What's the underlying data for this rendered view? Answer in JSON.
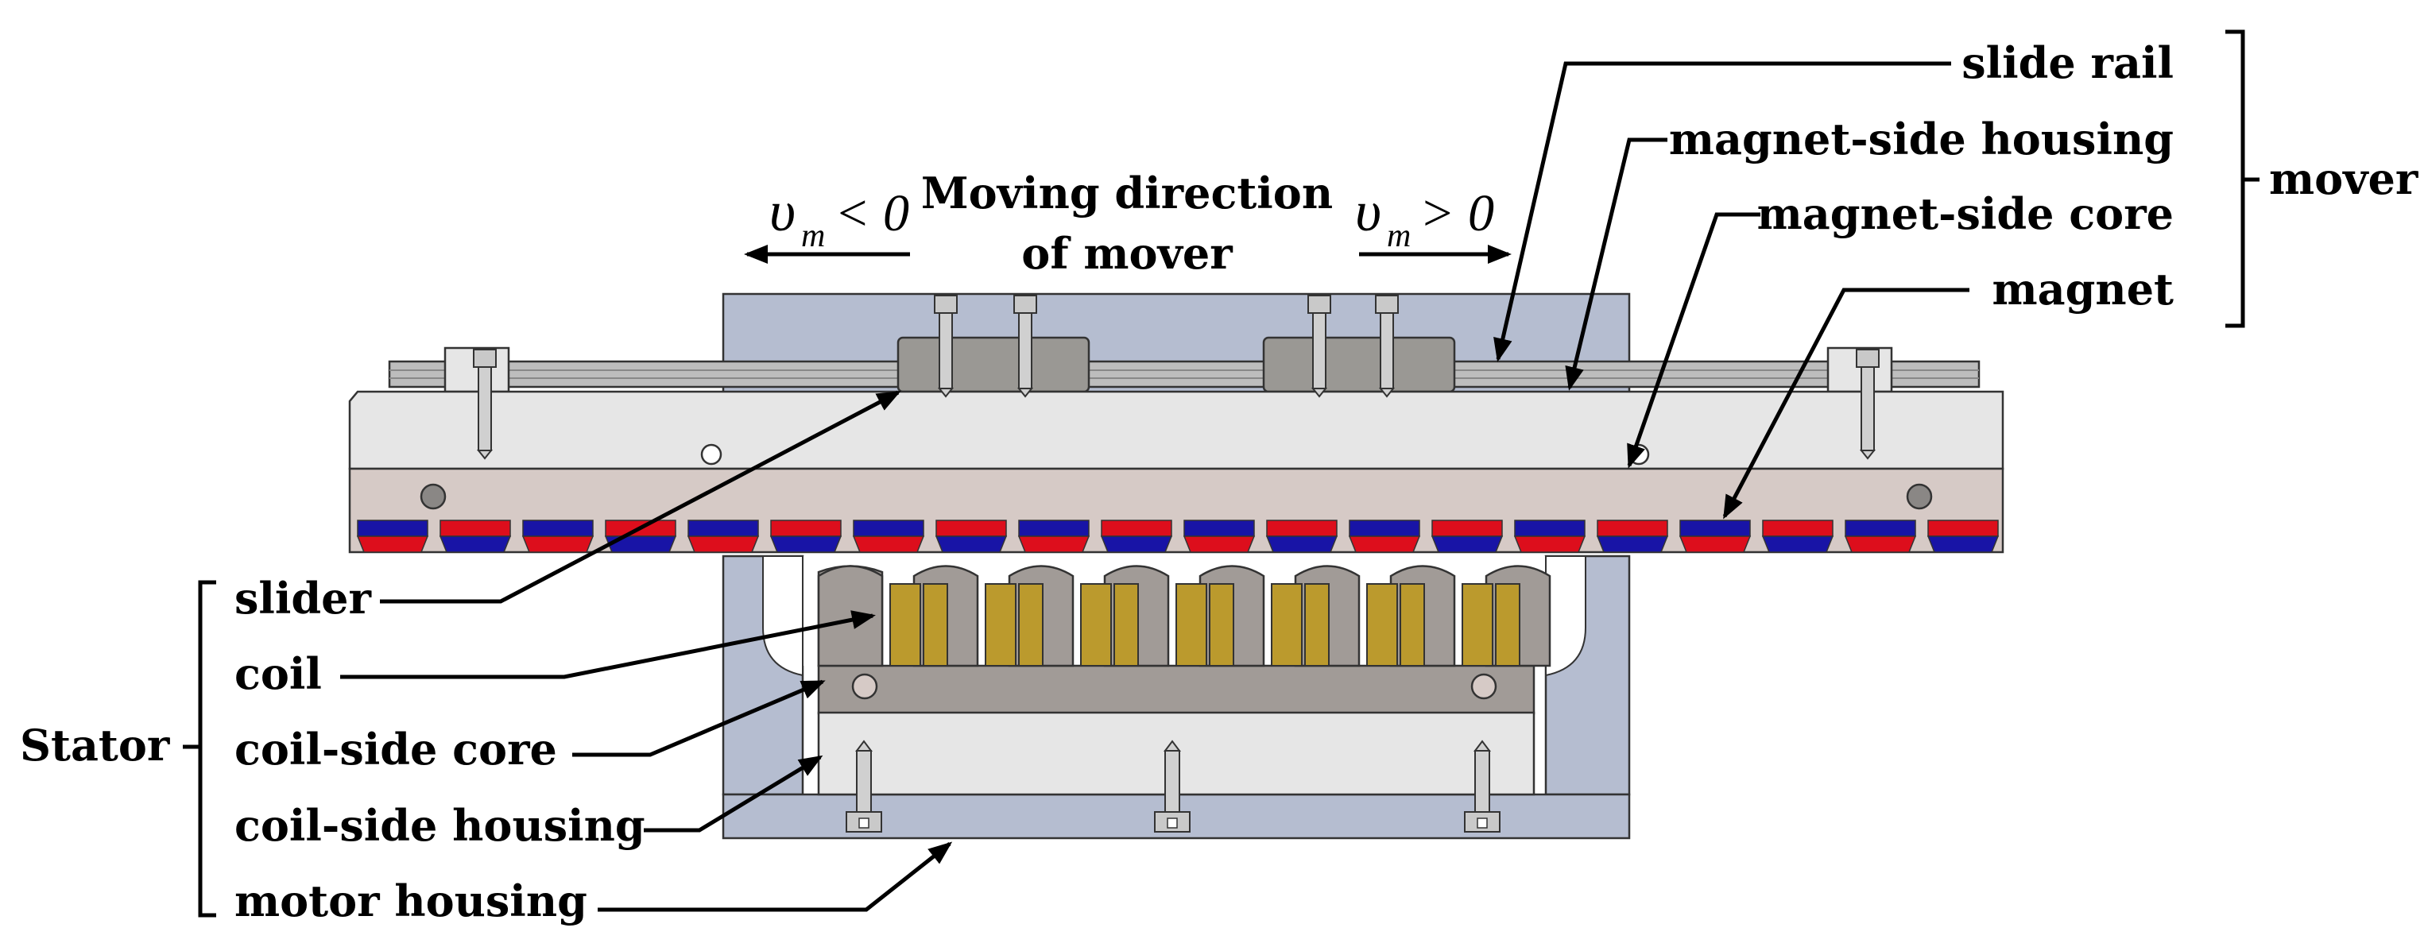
{
  "labels": {
    "slide_rail": "slide rail",
    "magnet_side_housing": "magnet-side housing",
    "magnet_side_core": "magnet-side core",
    "magnet": "magnet",
    "mover": "mover",
    "slider": "slider",
    "coil": "coil",
    "coil_side_core": "coil-side core",
    "coil_side_housing": "coil-side housing",
    "motor_housing": "motor housing",
    "stator": "Stator"
  },
  "direction": {
    "line1": "Moving direction",
    "line2": "of mover",
    "velocity_symbol": "υ",
    "velocity_subscript": "m",
    "negative": "< 0",
    "positive": "> 0"
  },
  "colors": {
    "motor_housing": "#B5BDD0",
    "mover_housing": "#E6E6E6",
    "magnet_core": "#D6CAC6",
    "coil_core": "#A19B97",
    "coil": "#BB9A2D",
    "magnet_red": "#DD0E1C",
    "magnet_blue": "#1814A6",
    "slider_block": "#9A9894",
    "rail": "#BDBDBD"
  }
}
